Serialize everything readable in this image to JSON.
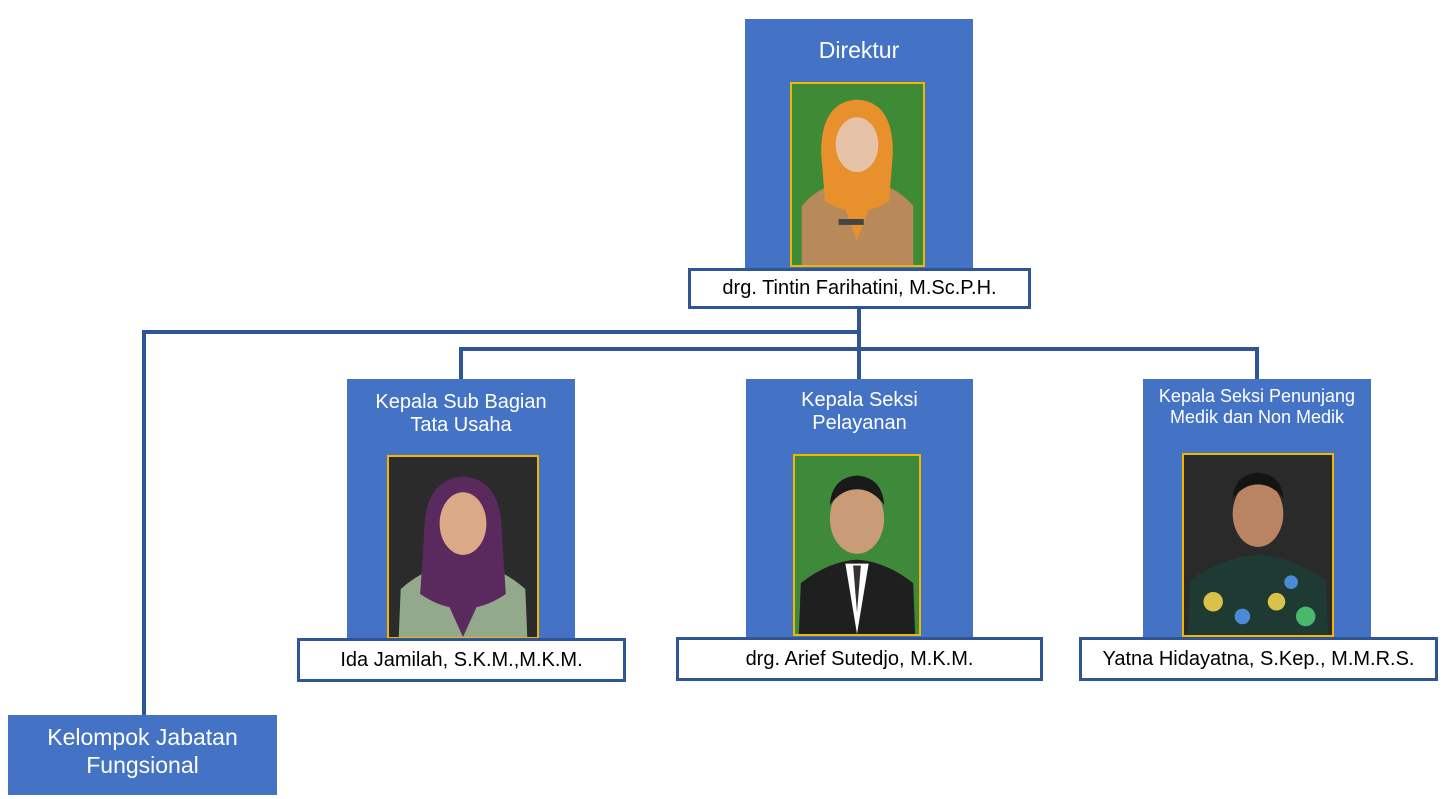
{
  "director": {
    "title": "Direktur",
    "name": "drg. Tintin Farihatini, M.Sc.P.H."
  },
  "sub_units": [
    {
      "title_line1": "Kepala Sub Bagian",
      "title_line2": "Tata Usaha",
      "name": "Ida Jamilah, S.K.M.,M.K.M."
    },
    {
      "title_line1": "Kepala Seksi",
      "title_line2": "Pelayanan",
      "name": "drg. Arief Sutedjo, M.K.M."
    },
    {
      "title_line1": "Kepala Seksi Penunjang",
      "title_line2": "Medik dan Non Medik",
      "name": "Yatna Hidayatna, S.Kep., M.M.R.S."
    }
  ],
  "functional_group": {
    "line1": "Kelompok Jabatan",
    "line2": "Fungsional"
  }
}
